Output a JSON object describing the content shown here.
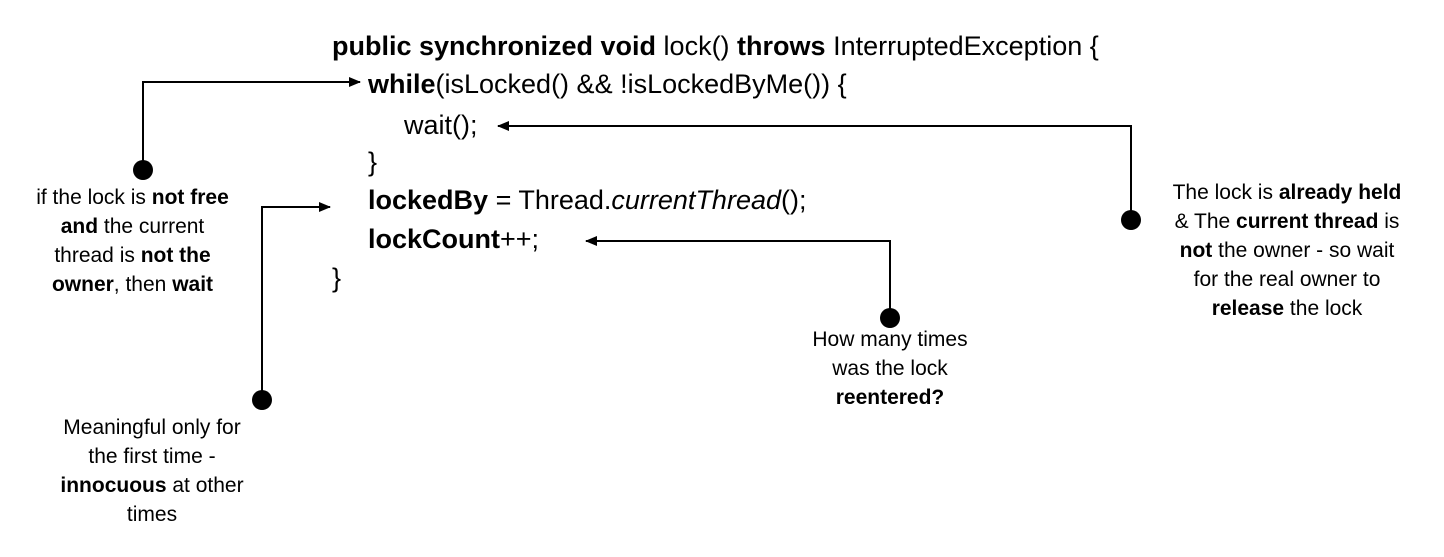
{
  "code": {
    "line1": [
      {
        "text": "public synchronized void",
        "style": "bold"
      },
      {
        "text": " lock() ",
        "style": "normal"
      },
      {
        "text": "throws",
        "style": "bold"
      },
      {
        "text": " InterruptedException {",
        "style": "normal"
      }
    ],
    "line2": [
      {
        "text": "while",
        "style": "bold"
      },
      {
        "text": "(isLocked() && !isLockedByMe()) {",
        "style": "normal"
      }
    ],
    "line3": [
      {
        "text": "wait();",
        "style": "normal"
      }
    ],
    "line4": [
      {
        "text": "}",
        "style": "normal"
      }
    ],
    "line5": [
      {
        "text": "lockedBy",
        "style": "bold"
      },
      {
        "text": " = Thread.",
        "style": "normal"
      },
      {
        "text": "currentThread",
        "style": "italic"
      },
      {
        "text": "();",
        "style": "normal"
      }
    ],
    "line6": [
      {
        "text": "lockCount",
        "style": "bold"
      },
      {
        "text": "++;",
        "style": "normal"
      }
    ],
    "line7": [
      {
        "text": "}",
        "style": "normal"
      }
    ]
  },
  "annotations": {
    "not_free": [
      [
        {
          "text": "if the lock is ",
          "style": "normal"
        },
        {
          "text": "not free",
          "style": "bold"
        }
      ],
      [
        {
          "text": "and",
          "style": "bold"
        },
        {
          "text": " the current",
          "style": "normal"
        }
      ],
      [
        {
          "text": "thread is ",
          "style": "normal"
        },
        {
          "text": "not the",
          "style": "bold"
        }
      ],
      [
        {
          "text": "owner",
          "style": "bold"
        },
        {
          "text": ",  then ",
          "style": "normal"
        },
        {
          "text": "wait",
          "style": "bold"
        }
      ]
    ],
    "meaningful": [
      [
        {
          "text": "Meaningful only for",
          "style": "normal"
        }
      ],
      [
        {
          "text": "the first time -",
          "style": "normal"
        }
      ],
      [
        {
          "text": "innocuous",
          "style": "bold"
        },
        {
          "text": " at other",
          "style": "normal"
        }
      ],
      [
        {
          "text": "times",
          "style": "normal"
        }
      ]
    ],
    "reentered": [
      [
        {
          "text": "How many times",
          "style": "normal"
        }
      ],
      [
        {
          "text": "was the lock",
          "style": "normal"
        }
      ],
      [
        {
          "text": "reentered?",
          "style": "bold"
        }
      ]
    ],
    "already_held": [
      [
        {
          "text": "The lock is ",
          "style": "normal"
        },
        {
          "text": "already held",
          "style": "bold"
        }
      ],
      [
        {
          "text": "& The ",
          "style": "normal"
        },
        {
          "text": "current thread",
          "style": "bold"
        },
        {
          "text": " is",
          "style": "normal"
        }
      ],
      [
        {
          "text": "not",
          "style": "bold"
        },
        {
          "text": " the owner - so wait",
          "style": "normal"
        }
      ],
      [
        {
          "text": "for the real owner to",
          "style": "normal"
        }
      ],
      [
        {
          "text": "release",
          "style": "bold"
        },
        {
          "text": " the lock",
          "style": "normal"
        }
      ]
    ]
  },
  "colors": {
    "text": "#000000",
    "connector": "#000000",
    "background": "#ffffff"
  }
}
